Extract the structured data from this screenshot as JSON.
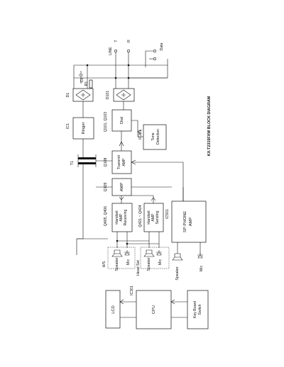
{
  "title": "KX-T2315FXW  BLOCK DIAGRAM",
  "line": {
    "label": "LINE",
    "t": "T",
    "r": "R",
    "data": "Data"
  },
  "components": {
    "c1": "C1",
    "r1": "R1",
    "d1": "D1",
    "d101": "D101",
    "ic1": "IC1",
    "ringer": "Ringer",
    "t1": "T1",
    "q101_q103": "Q101, Q103",
    "dial": "Dial",
    "ic201": "IC201",
    "tone_detection_1": "Tone",
    "tone_detection_2": "Detection",
    "q108": "Q108",
    "transmit_amp_1": "Transmit",
    "transmit_amp_2": "AMP",
    "q109": "Q109",
    "amp": "AMP",
    "q405_q406": "Q405, Q406",
    "handset_recv_1": "Handset",
    "handset_recv_2": "AMP",
    "handset_recv_3": "Receiving",
    "q421_q424": "Q421 ~ Q424",
    "handset_send_1": "Handset",
    "handset_send_2": "AMP",
    "handset_send_3": "Sending",
    "ic501": "IC501",
    "sp_phone_1": "SP-PHONE",
    "sp_phone_2": "AMP",
    "hs": "H/S",
    "hs_speaker": "Speaker",
    "hs_mic": "Mic",
    "headset": "Head Set",
    "headset_speaker": "Speaker",
    "headset_mic": "Mic",
    "speaker": "Speaker",
    "mic": "Mic",
    "ic301": "IC301",
    "lcd": "LCD",
    "cpu": "CPU",
    "keyboard_1": "Key Board",
    "keyboard_2": "Switch"
  }
}
